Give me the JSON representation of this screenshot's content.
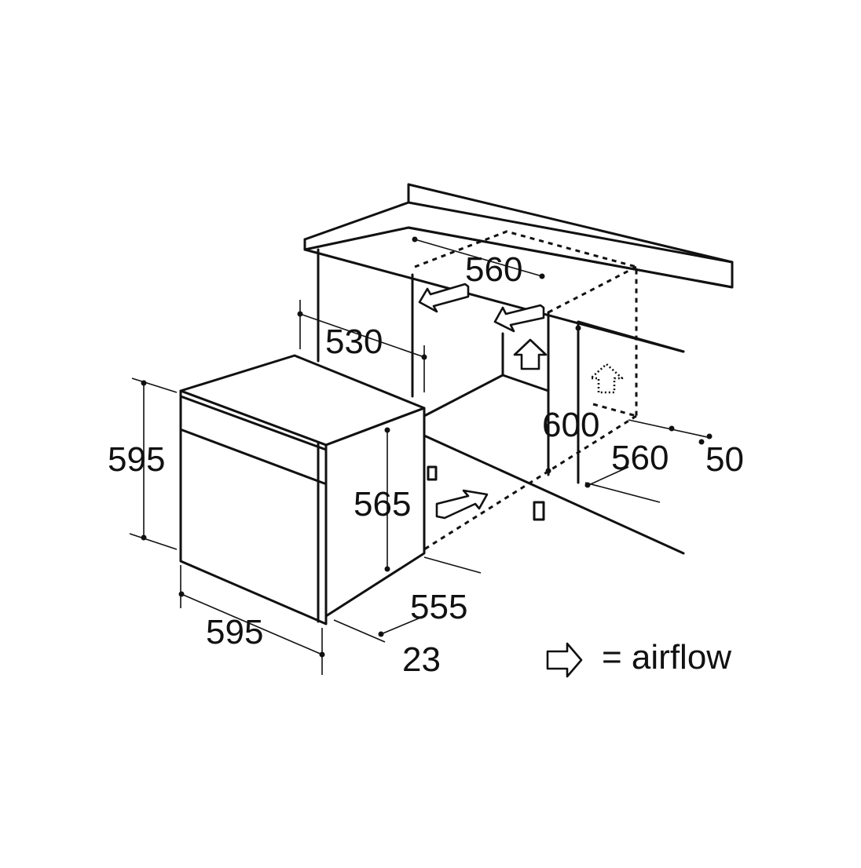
{
  "dimensions": {
    "oven_height": "595",
    "oven_width": "595",
    "oven_body_height": "565",
    "oven_depth": "555",
    "front_panel_depth": "23",
    "niche_depth": "530",
    "niche_top_width": "560",
    "niche_height": "600",
    "niche_bottom_width": "560",
    "rear_gap": "50"
  },
  "legend": {
    "equals_text": "= airflow"
  },
  "icons": {
    "airflow": "outline-arrow-icon"
  }
}
